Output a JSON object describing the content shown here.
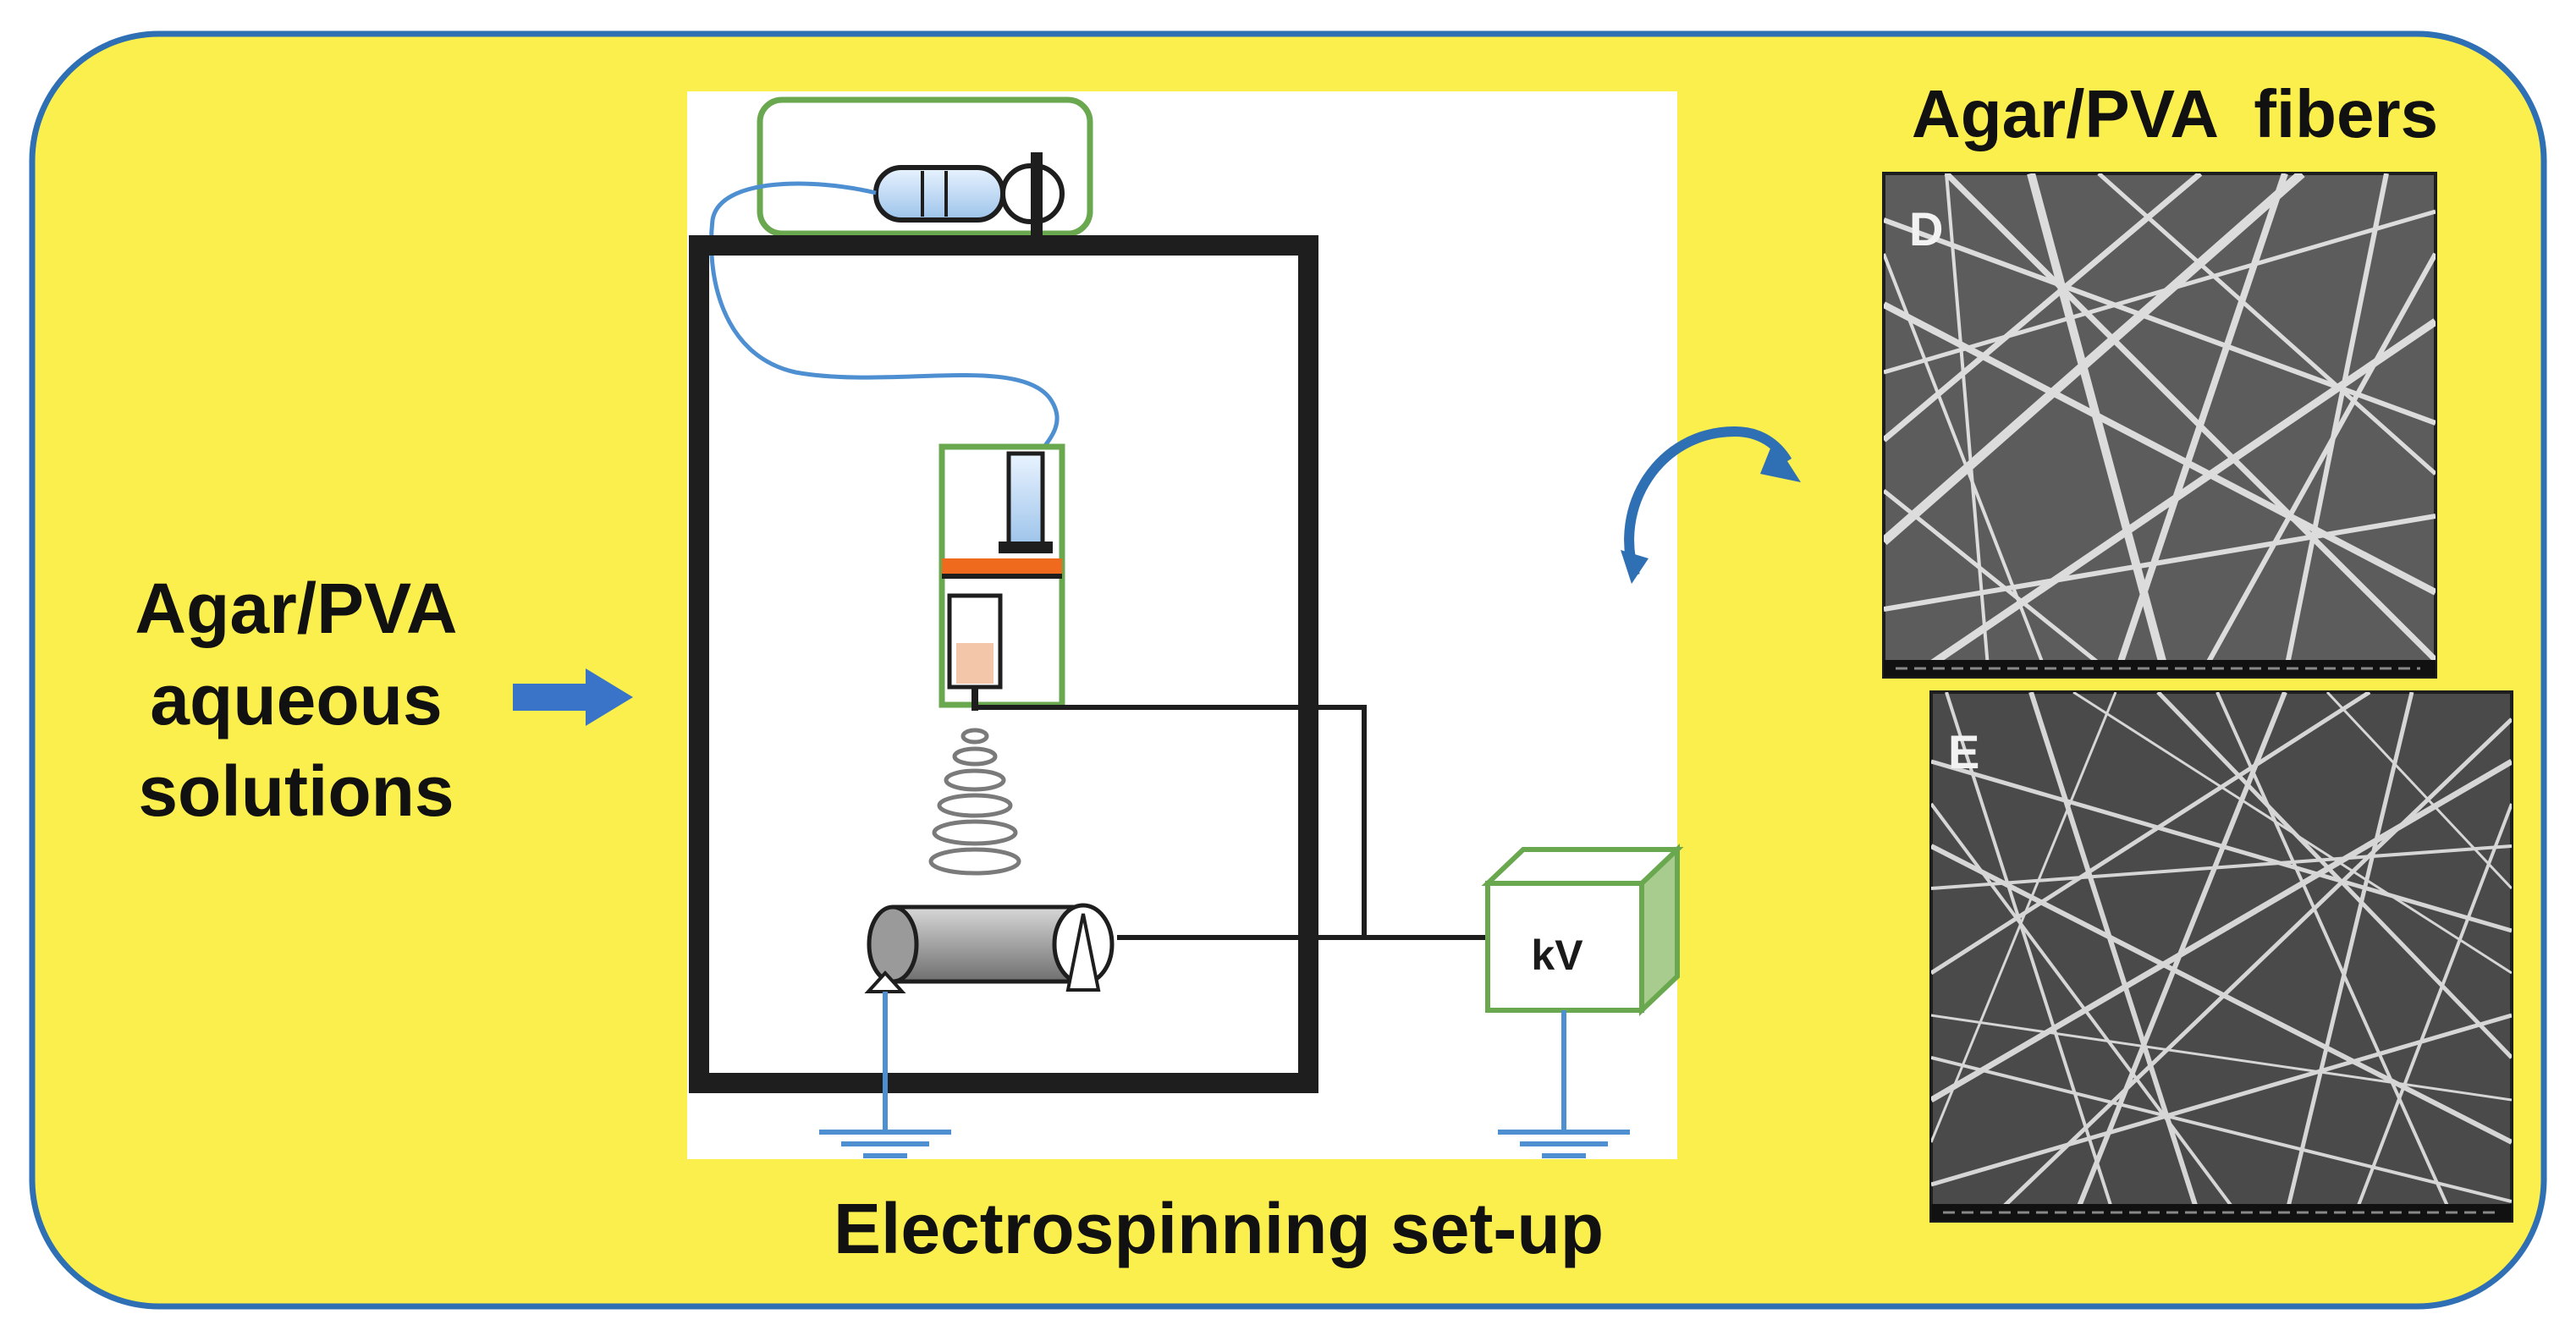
{
  "input": {
    "lines": [
      "Agar/PVA",
      "aqueous",
      "solutions"
    ]
  },
  "setup": {
    "caption": "Electrospinning set-up",
    "power_supply_label": "kV"
  },
  "results": {
    "title": "Agar/PVA  fibers",
    "panel_d_letter": "D",
    "panel_e_letter": "E"
  },
  "colors": {
    "background": "#fbef4e",
    "border": "#2f6fb3",
    "frame": "#1e1e1e",
    "green_outline": "#6aa84f",
    "arrow_blue": "#3a74c9",
    "ground_blue": "#4d8fd1",
    "orange_plate": "#f06a1e"
  }
}
